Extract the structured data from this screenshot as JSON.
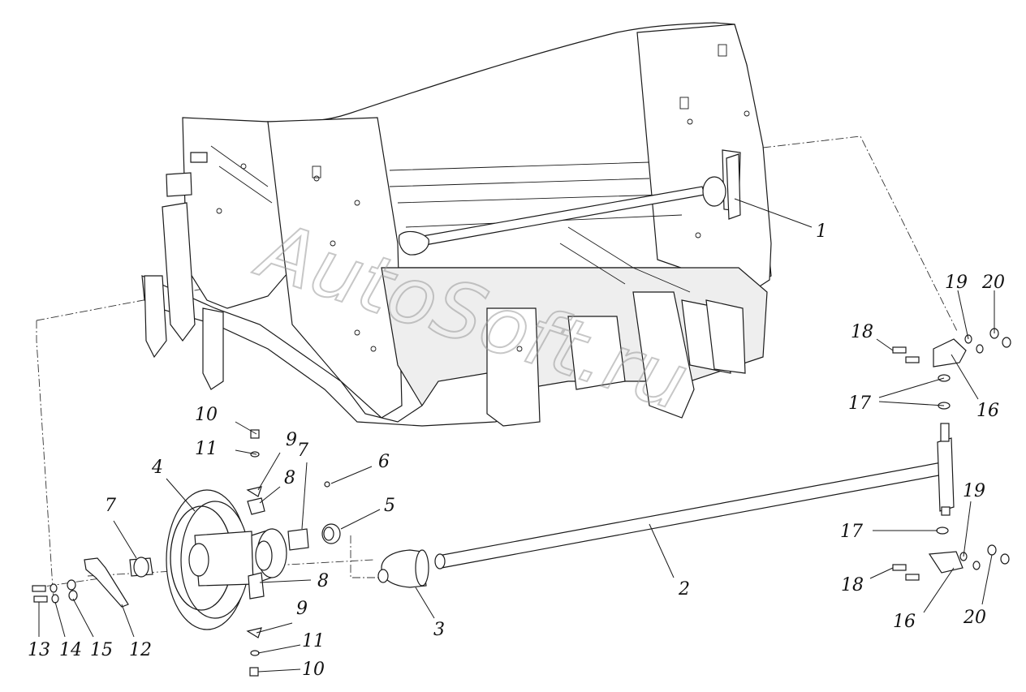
{
  "watermark": "AutoSoft.ru",
  "callouts": {
    "c1": "1",
    "c2": "2",
    "c3": "3",
    "c4": "4",
    "c5": "5",
    "c6": "6",
    "c7a": "7",
    "c7b": "7",
    "c8a": "8",
    "c8b": "8",
    "c9a": "9",
    "c9b": "9",
    "c10a": "10",
    "c10b": "10",
    "c11a": "11",
    "c11b": "11",
    "c12": "12",
    "c13": "13",
    "c14": "14",
    "c15": "15",
    "c16a": "16",
    "c16b": "16",
    "c17a": "17",
    "c17b": "17",
    "c18a": "18",
    "c18b": "18",
    "c19a": "19",
    "c19b": "19",
    "c20a": "20",
    "c20b": "20"
  }
}
